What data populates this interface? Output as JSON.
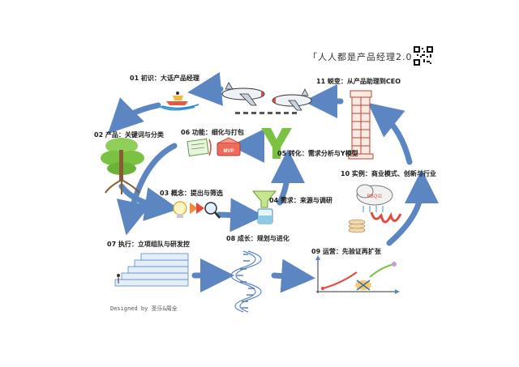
{
  "header": {
    "title": "「人人都是产品经理2.0」",
    "qr_icon": "qr-code-icon"
  },
  "footer": {
    "credit": "Designed by 圣乐&周全"
  },
  "steps": [
    {
      "label": "01 初识：大话产品经理",
      "icon": "boats-icon"
    },
    {
      "label": "02 产品：关键词与分类",
      "icon": "tree-icon"
    },
    {
      "label": "03 概念：提出与筛选",
      "icon": "lightbulb-magnifier-icon"
    },
    {
      "label": "04 需求：来源与调研",
      "icon": "funnel-jar-icon"
    },
    {
      "label": "05 转化：需求分析与Y模型",
      "icon": "y-model-icon"
    },
    {
      "label": "06 功能：细化与打包",
      "icon": "mvp-box-icon"
    },
    {
      "label": "07 执行：立项组队与研发控",
      "icon": "staircase-icon"
    },
    {
      "label": "08 成长：规划与进化",
      "icon": "spiral-stairs-icon"
    },
    {
      "label": "09 运营：先验证再扩张",
      "icon": "growth-chart-icon"
    },
    {
      "label": "10 实例：商业模式、创新与行业",
      "icon": "cloud-storm-icon"
    },
    {
      "label": "11 蜕变：从产品助理到CEO",
      "icon": "tower-icon"
    }
  ],
  "mvp_text": "MVP",
  "cloud_text": "BBQ公",
  "colors": {
    "arrow": "#5b86c2",
    "arrow_dark": "#3f6aa8",
    "green": "#7cc242",
    "orange": "#f08a3c",
    "red": "#d9534f",
    "brown": "#a0714a"
  }
}
